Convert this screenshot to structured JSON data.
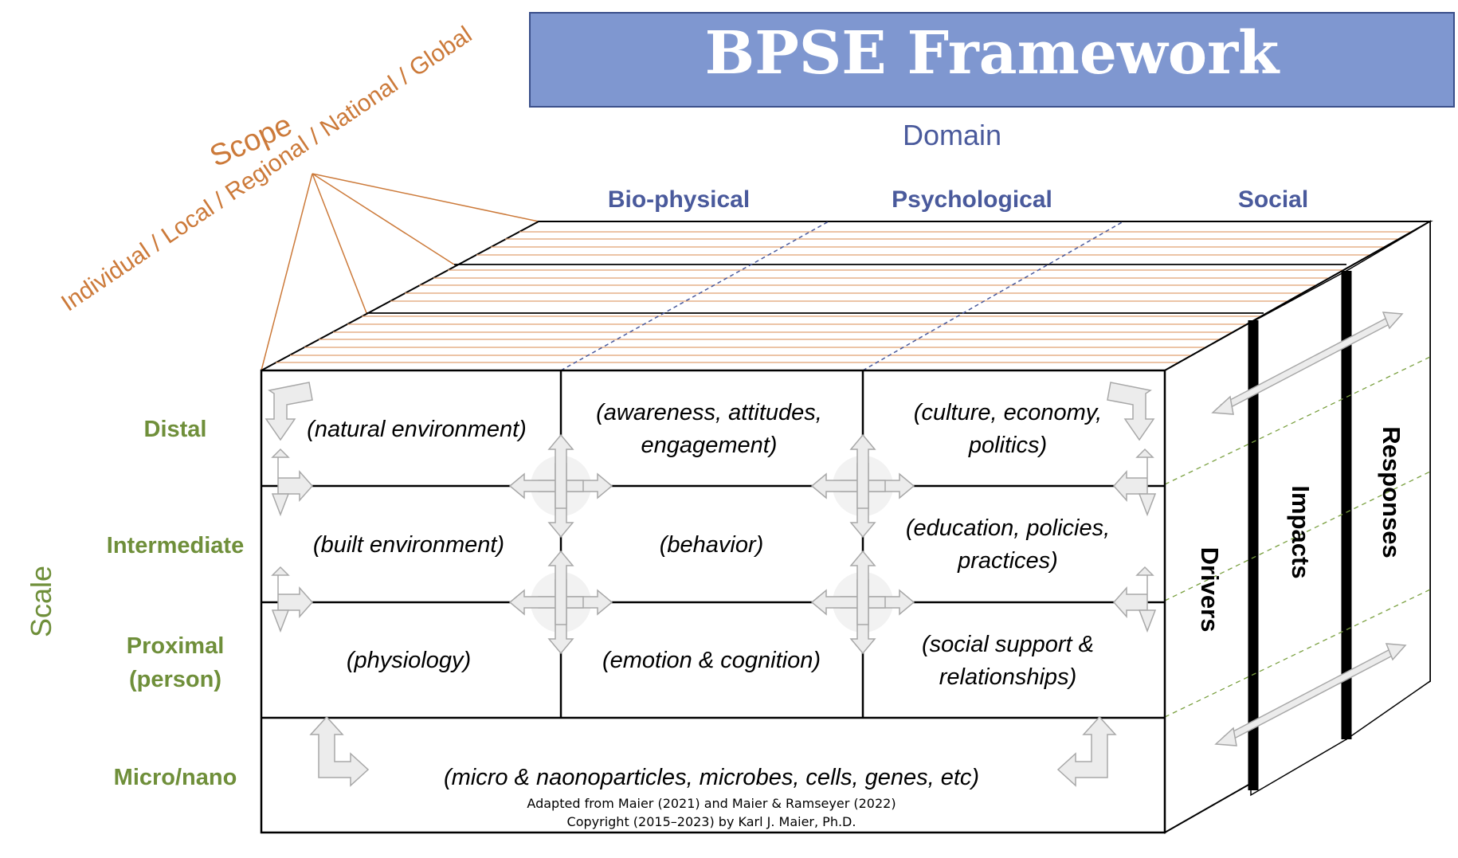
{
  "title": "BPSE Framework",
  "domain": {
    "label": "Domain",
    "columns": [
      "Bio-physical",
      "Psychological",
      "Social"
    ]
  },
  "scope": {
    "label": "Scope",
    "levels": "Individual / Local / Regional / National / Global"
  },
  "scale": {
    "label": "Scale",
    "rows": [
      "Distal",
      "Intermediate",
      "Proximal",
      "(person)",
      "Micro/nano"
    ]
  },
  "cells": {
    "distal": [
      [
        "(natural environment)"
      ],
      [
        "(awareness, attitudes,",
        "engagement)"
      ],
      [
        "(culture, economy,",
        "politics)"
      ]
    ],
    "intermediate": [
      [
        "(built environment)"
      ],
      [
        "(behavior)"
      ],
      [
        "(education, policies,",
        "practices)"
      ]
    ],
    "proximal": [
      [
        "(physiology)"
      ],
      [
        "(emotion & cognition)"
      ],
      [
        "(social support &",
        "relationships)"
      ]
    ],
    "micro": "(micro & naonoparticles, microbes, cells, genes, etc)"
  },
  "side_faces": [
    "Drivers",
    "Impacts",
    "Responses"
  ],
  "credits": [
    "Adapted from Maier (2021) and Maier & Ramseyer (2022)",
    "Copyright (2015–2023) by Karl J. Maier, Ph.D."
  ],
  "colors": {
    "title_bg": "#7f97d0",
    "title_border": "#3a4f8a",
    "domain_text": "#4a5a9c",
    "scope_text": "#cc7a3a",
    "scale_text": "#6f8f3a",
    "top_stripes": "#e0a070",
    "side_dash": "#7aa040",
    "arrow_fill": "#ececec",
    "arrow_stroke": "#a8a8a8"
  }
}
